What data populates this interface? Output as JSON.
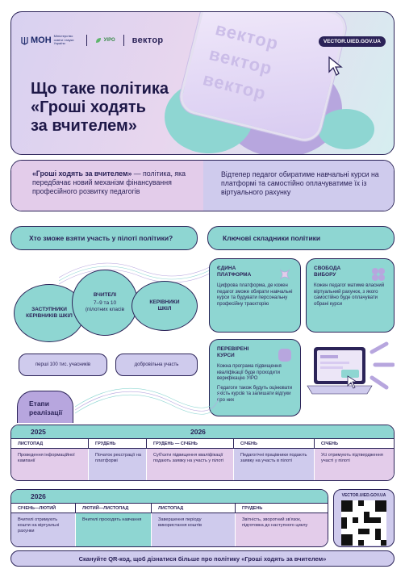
{
  "header": {
    "logos": {
      "ministry": "МОН",
      "ministry_sub": "Міністерство освіти і науки України",
      "uipo": "УІРО",
      "vector": "вектор"
    },
    "url": "VECTOR.UIED.GOV.UA",
    "title_line1": "Що таке політика",
    "title_line2": "«Гроші ходять",
    "title_line3": "за вчителем»",
    "phone_watermark": "вектор"
  },
  "definition": {
    "left_bold": "«Гроші ходять за вчителем»",
    "left_rest": " — політика, яка передбачає новий механізм фінансування професійного розвитку педагогів",
    "right": "Відтепер педагог обиратиме навчальні курси на платформі та самостійно оплачуватиме їх із віртуального рахунку"
  },
  "who": {
    "question": "Хто зможе взяти участь у пілоті політики?",
    "circle1": "ЗАСТУПНИКИ КЕРІВНИКІВ ШКІЛ",
    "circle2_title": "ВЧИТЕЛІ",
    "circle2_sub": "7–9 та 10 (пілотних класів",
    "circle3": "КЕРІВНИКИ ШКІЛ",
    "box1": "перші 100 тис. учасників",
    "box2": "добровільна участь"
  },
  "key": {
    "title": "Ключові складники політики",
    "comp1_title": "ЄДИНА ПЛАТФОРМА",
    "comp1_text": "Цифрова платформа, де кожен педагог зможе обирати навчальні курси та будувати персональну професійну траєкторію",
    "comp2_title": "СВОБОДА ВИБОРУ",
    "comp2_text": "Кожен педагог матиме власний віртуальний рахунок, з якого самостійно буде оплачувати обрані курси",
    "comp3_title": "ПЕРЕВІРЕНІ КУРСИ",
    "comp3_text1": "Кожна програма підвищення кваліфікації буде проходити верифікацію УІРО",
    "comp3_text2": "Педагоги також будуть оцінювати якість курсів та залишати відгуки про них"
  },
  "stages": {
    "label_line1": "Етапи",
    "label_line2": "реалізації",
    "row1": {
      "year_a": "2025",
      "year_b": "2026",
      "months": [
        "ЛИСТОПАД",
        "ГРУДЕНЬ",
        "ГРУДЕНЬ — СІЧЕНЬ",
        "СІЧЕНЬ",
        "СІЧЕНЬ"
      ],
      "cells": [
        "Проведення інформаційної кампанії",
        "Початок реєстрації на платформі",
        "Суб'єкти підвищення кваліфікації подають заявку на участь у пілоті",
        "Педагогічні працівники подають заявку на участь в пілоті",
        "Усі отримують підтвердження участі у пілоті"
      ]
    },
    "row2": {
      "year": "2026",
      "months": [
        "СІЧЕНЬ—ЛЮТИЙ",
        "ЛЮТИЙ—ЛИСТОПАД",
        "ЛИСТОПАД",
        "ГРУДЕНЬ"
      ],
      "cells": [
        "Вчителі отримують кошти на віртуальні рахунки",
        "Вчителі проходять навчання",
        "Завершення періоду використання коштів",
        "Звітність, зворотний зв'язок, підготовка до наступного циклу"
      ]
    }
  },
  "qr": {
    "url": "VECTOR.UIED.GOV.UA"
  },
  "footer": "Скануйте QR-код, щоб дізнатися більше про політику «Гроші ходять за вчителем»",
  "colors": {
    "navy": "#2b2358",
    "teal": "#8ed6d2",
    "lilac": "#cfcbed",
    "pink": "#e3ccea",
    "purple": "#b7a6de"
  }
}
